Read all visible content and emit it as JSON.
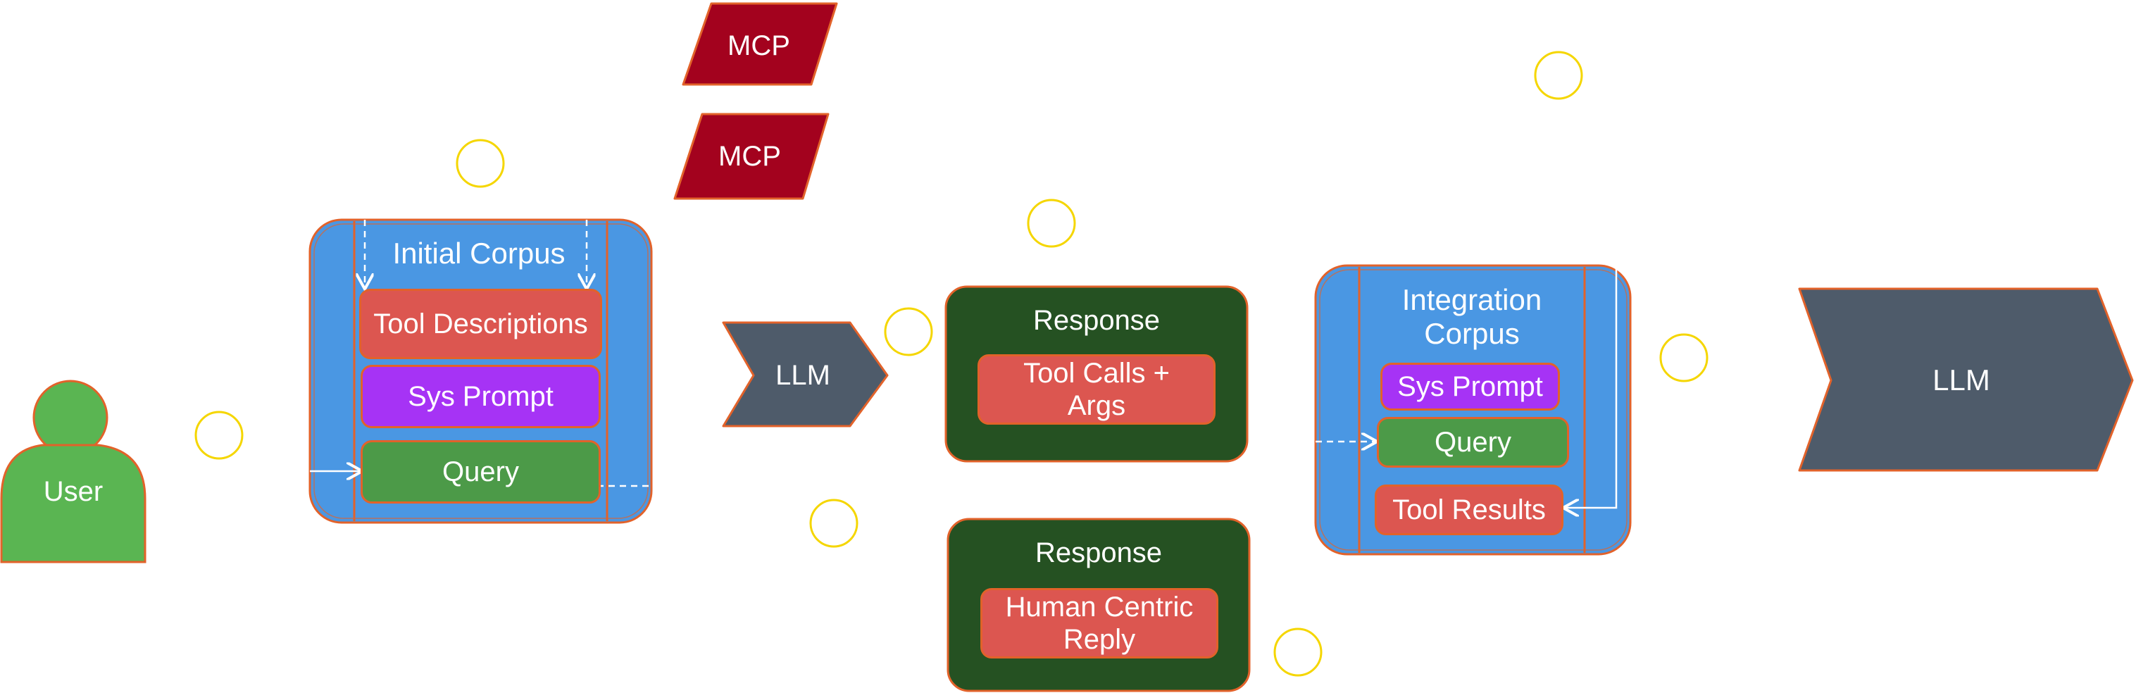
{
  "colors": {
    "user_green": "#5ab552",
    "corpus_blue": "#4a97e3",
    "tool_red": "#dc5650",
    "sys_purple": "#a633f5",
    "query_green": "#4c9a48",
    "mcp_crimson": "#a3021e",
    "llm_slate": "#4e5b6a",
    "response_dark_green": "#255122",
    "outline_orange": "#e2622a",
    "marker_yellow": "#f5d600"
  },
  "user": {
    "label": "User",
    "icon": "person-icon"
  },
  "initial_corpus": {
    "title": "Initial Corpus",
    "tool_descriptions": "Tool Descriptions",
    "sys_prompt": "Sys Prompt",
    "query": "Query"
  },
  "mcp": [
    {
      "label": "MCP"
    },
    {
      "label": "MCP"
    }
  ],
  "llm_first": {
    "label": "LLM"
  },
  "response_tools": {
    "title": "Response",
    "body": "Tool Calls + Args"
  },
  "response_human": {
    "title": "Response",
    "body": "Human Centric Reply"
  },
  "integration_corpus": {
    "title": "Integration Corpus",
    "sys_prompt": "Sys Prompt",
    "query": "Query",
    "tool_results": "Tool Results"
  },
  "llm_final": {
    "label": "LLM"
  }
}
